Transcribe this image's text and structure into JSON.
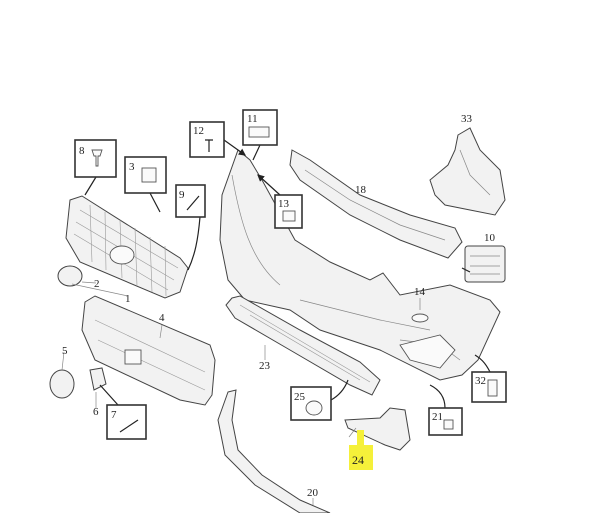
{
  "diagram": {
    "title": "Front bumper exploded parts diagram",
    "highlight_color": "#f5f03a",
    "callouts": {
      "p1": "1",
      "p2": "2",
      "p3": "3",
      "p4": "4",
      "p5": "5",
      "p6": "6",
      "p7": "7",
      "p8": "8",
      "p9": "9",
      "p10": "10",
      "p11": "11",
      "p12": "12",
      "p13": "13",
      "p14": "14",
      "p18": "18",
      "p20": "20",
      "p21": "21",
      "p23": "23",
      "p24": "24",
      "p25": "25",
      "p32": "32",
      "p33": "33"
    },
    "highlighted_part": "24"
  }
}
